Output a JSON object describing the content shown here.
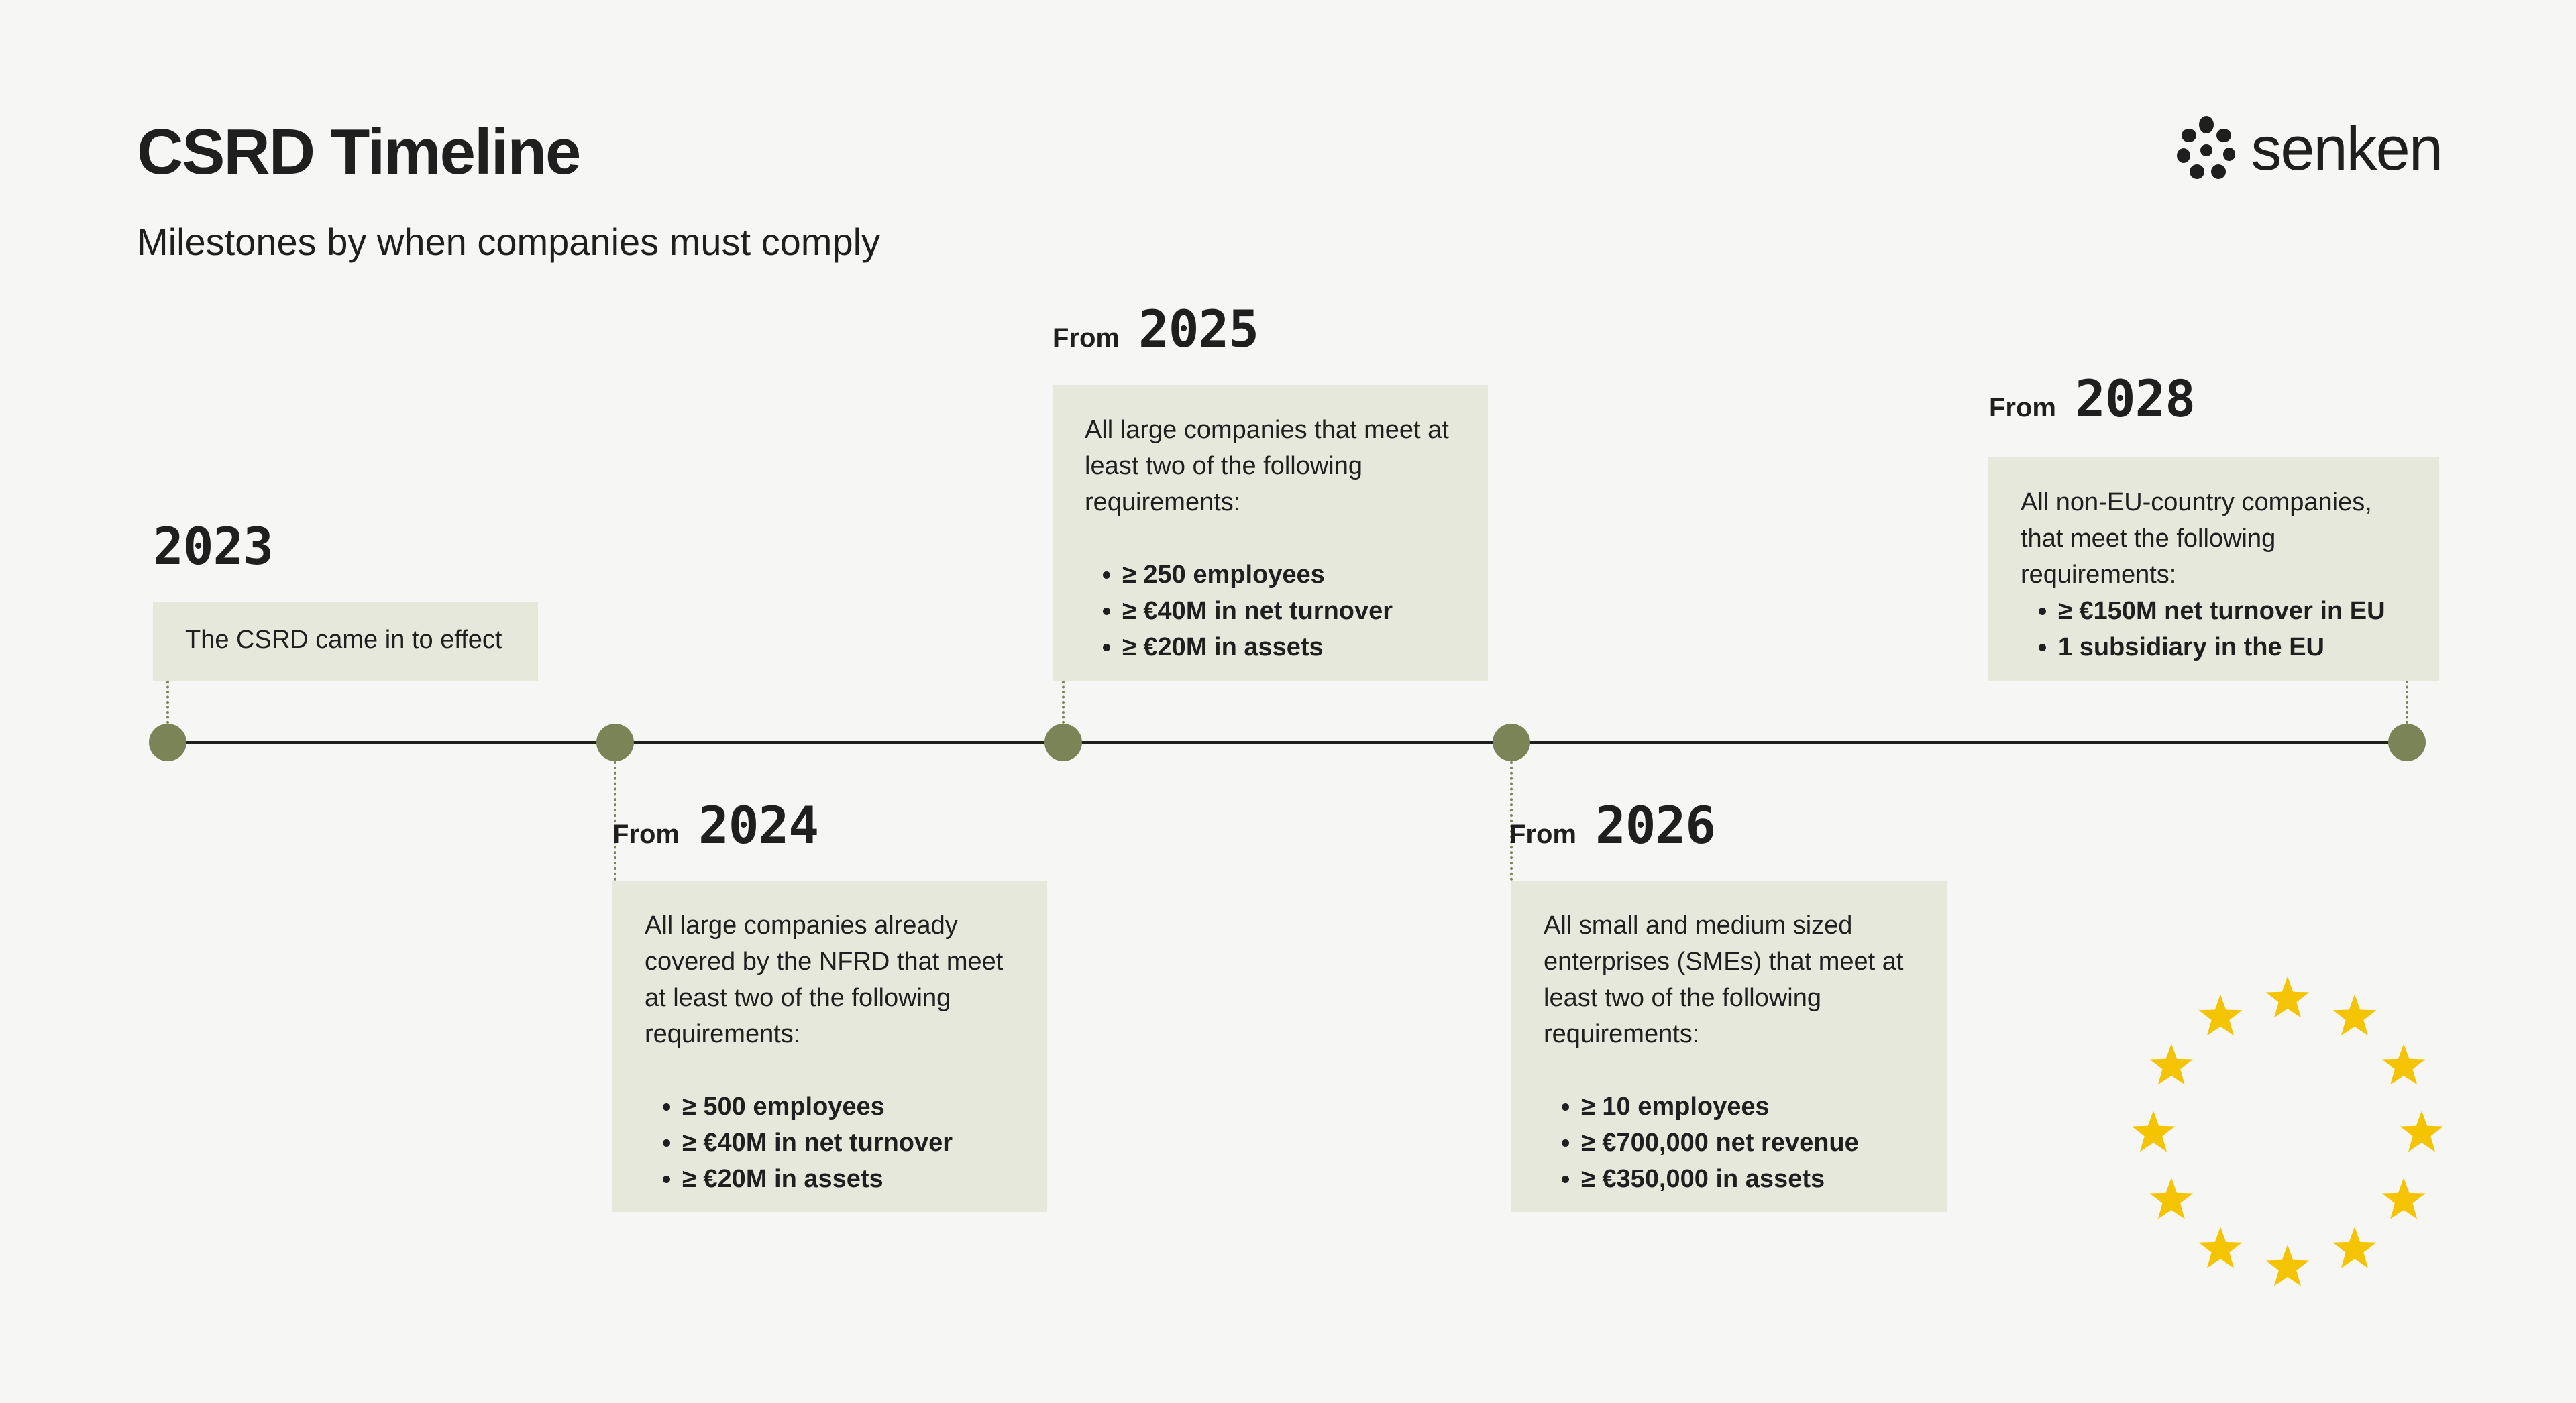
{
  "header": {
    "title": "CSRD Timeline",
    "subtitle": "Milestones by when companies must comply"
  },
  "brand": {
    "name": "senken",
    "logo_icon": "flower-dots-icon",
    "accent_color": "#7b8456",
    "card_color": "#e7e8dc",
    "star_color": "#f5c400"
  },
  "milestones": [
    {
      "prefix": "",
      "year": "2023",
      "intro": "The CSRD came in to effect",
      "requirements": []
    },
    {
      "prefix": "From",
      "year": "2024",
      "intro": "All large companies already covered by the NFRD that meet at least two of the following requirements:",
      "requirements": [
        "≥ 500 employees",
        "≥ €40M in net turnover",
        "≥ €20M in assets"
      ]
    },
    {
      "prefix": "From",
      "year": "2025",
      "intro": "All large companies that meet at least two of the following requirements:",
      "requirements": [
        "≥ 250 employees",
        "≥ €40M in net turnover",
        "≥ €20M in assets"
      ]
    },
    {
      "prefix": "From",
      "year": "2026",
      "intro": "All small and medium sized enterprises (SMEs) that meet at least two of the following requirements:",
      "requirements": [
        "≥ 10 employees",
        "≥ €700,000 net revenue",
        "≥ €350,000 in assets"
      ]
    },
    {
      "prefix": "From",
      "year": "2028",
      "intro": "All non-EU-country companies, that meet the following requirements:",
      "requirements": [
        "≥ €150M net turnover in EU",
        "1 subsidiary in the EU"
      ]
    }
  ],
  "decoration": {
    "icon": "eu-stars-icon",
    "star_count": 12
  }
}
